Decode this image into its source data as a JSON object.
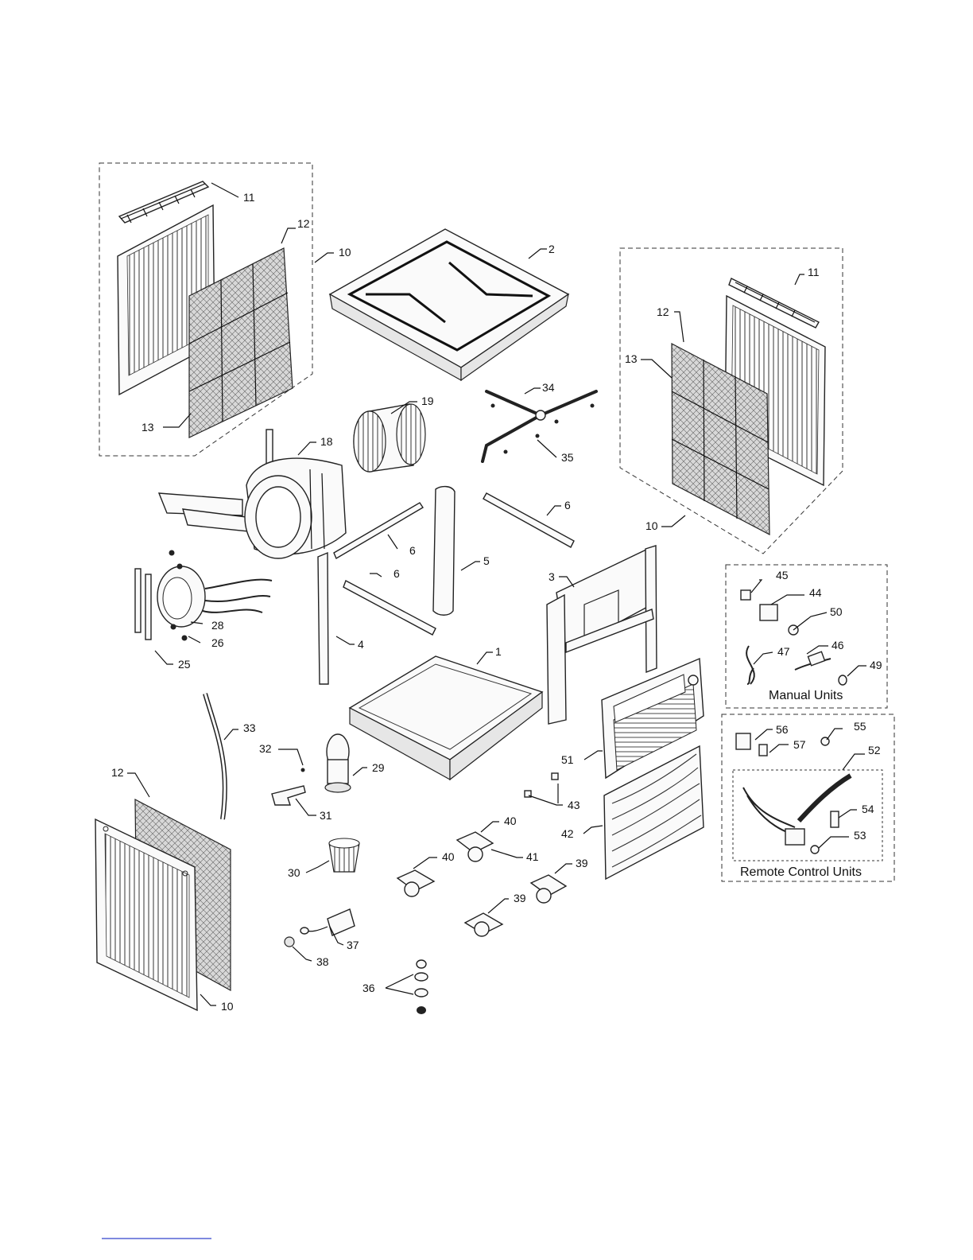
{
  "callouts": [
    {
      "id": "c11a",
      "text": "11"
    },
    {
      "id": "c12a",
      "text": "12"
    },
    {
      "id": "c10a",
      "text": "10"
    },
    {
      "id": "c13a",
      "text": "13"
    },
    {
      "id": "c2",
      "text": "2"
    },
    {
      "id": "c11b",
      "text": "11"
    },
    {
      "id": "c12b",
      "text": "12"
    },
    {
      "id": "c13b",
      "text": "13"
    },
    {
      "id": "c10b",
      "text": "10"
    },
    {
      "id": "c19",
      "text": "19"
    },
    {
      "id": "c18",
      "text": "18"
    },
    {
      "id": "c34",
      "text": "34"
    },
    {
      "id": "c35",
      "text": "35"
    },
    {
      "id": "c6a",
      "text": "6"
    },
    {
      "id": "c6b",
      "text": "6"
    },
    {
      "id": "c6c",
      "text": "6"
    },
    {
      "id": "c5",
      "text": "5"
    },
    {
      "id": "c3",
      "text": "3"
    },
    {
      "id": "c4",
      "text": "4"
    },
    {
      "id": "c28",
      "text": "28"
    },
    {
      "id": "c26",
      "text": "26"
    },
    {
      "id": "c25",
      "text": "25"
    },
    {
      "id": "c1",
      "text": "1"
    },
    {
      "id": "c45",
      "text": "45"
    },
    {
      "id": "c44",
      "text": "44"
    },
    {
      "id": "c50",
      "text": "50"
    },
    {
      "id": "c46",
      "text": "46"
    },
    {
      "id": "c47",
      "text": "47"
    },
    {
      "id": "c49",
      "text": "49"
    },
    {
      "id": "c33",
      "text": "33"
    },
    {
      "id": "c32",
      "text": "32"
    },
    {
      "id": "c29",
      "text": "29"
    },
    {
      "id": "c12c",
      "text": "12"
    },
    {
      "id": "c31",
      "text": "31"
    },
    {
      "id": "c30",
      "text": "30"
    },
    {
      "id": "c51",
      "text": "51"
    },
    {
      "id": "c43",
      "text": "43"
    },
    {
      "id": "c42",
      "text": "42"
    },
    {
      "id": "c40a",
      "text": "40"
    },
    {
      "id": "c40b",
      "text": "40"
    },
    {
      "id": "c41",
      "text": "41"
    },
    {
      "id": "c39a",
      "text": "39"
    },
    {
      "id": "c39b",
      "text": "39"
    },
    {
      "id": "c56",
      "text": "56"
    },
    {
      "id": "c57",
      "text": "57"
    },
    {
      "id": "c55",
      "text": "55"
    },
    {
      "id": "c52",
      "text": "52"
    },
    {
      "id": "c54",
      "text": "54"
    },
    {
      "id": "c53",
      "text": "53"
    },
    {
      "id": "c37",
      "text": "37"
    },
    {
      "id": "c38",
      "text": "38"
    },
    {
      "id": "c36",
      "text": "36"
    },
    {
      "id": "c10c",
      "text": "10"
    }
  ],
  "groups": {
    "manual_units": "Manual Units",
    "remote_control_units": "Remote Control Units"
  }
}
